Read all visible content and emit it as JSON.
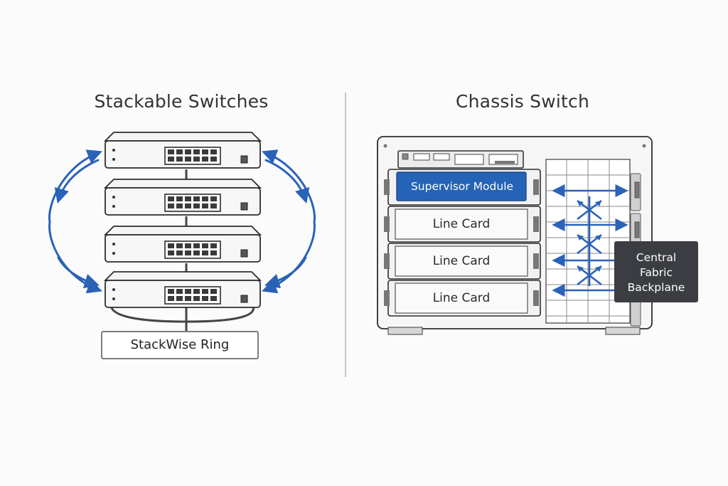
{
  "left_panel": {
    "title": "Stackable Switches",
    "ring_label": "StackWise Ring",
    "switch_count": 4
  },
  "right_panel": {
    "title": "Chassis Switch",
    "supervisor_label": "Supervisor Module",
    "line_cards": [
      "Line Card",
      "Line Card",
      "Line Card"
    ],
    "fabric_label_lines": [
      "Central",
      "Fabric",
      "Backplane"
    ]
  },
  "colors": {
    "accent_blue": "#2a62b8",
    "supervisor_fill": "#2563b6",
    "fabric_label_bg": "#3b3d42",
    "outline": "#2d2d2d"
  }
}
